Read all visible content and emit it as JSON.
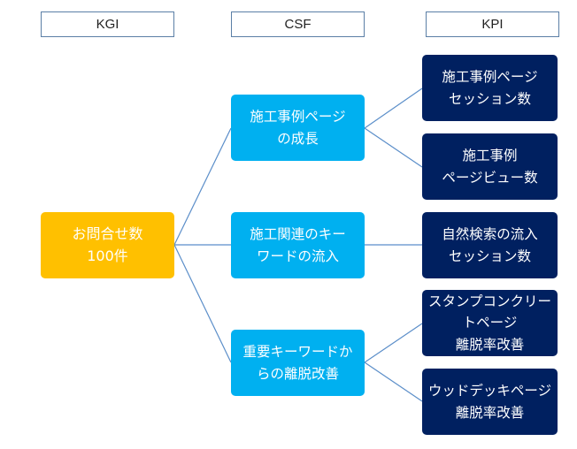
{
  "headers": {
    "kgi": "KGI",
    "csf": "CSF",
    "kpi": "KPI"
  },
  "kgi": {
    "line1": "お問合せ数",
    "line2": "100件"
  },
  "csf": [
    {
      "line1": "施工事例ページ",
      "line2": "の成長"
    },
    {
      "line1": "施工関連のキー",
      "line2": "ワードの流入"
    },
    {
      "line1": "重要キーワードか",
      "line2": "らの離脱改善"
    }
  ],
  "kpi": [
    {
      "line1": "施工事例ページ",
      "line2": "セッション数",
      "line3": ""
    },
    {
      "line1": "施工事例",
      "line2": "ページビュー数",
      "line3": ""
    },
    {
      "line1": "自然検索の流入",
      "line2": "セッション数",
      "line3": ""
    },
    {
      "line1": "スタンプコンクリー",
      "line2": "トページ",
      "line3": "離脱率改善"
    },
    {
      "line1": "ウッドデッキページ",
      "line2": "離脱率改善",
      "line3": ""
    }
  ],
  "colors": {
    "kgi": "#ffc000",
    "csf": "#00b0f0",
    "kpi": "#002060",
    "connector": "#5b8ec9",
    "header_border": "#5b7fa6"
  }
}
